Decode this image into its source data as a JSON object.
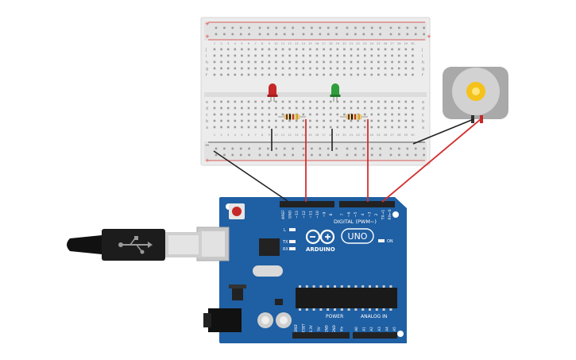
{
  "arduino": {
    "header_left": [
      "AREF",
      "GND",
      "~13",
      "~12",
      "~11",
      "~10",
      "~9",
      "8"
    ],
    "header_right": [
      "7",
      "~6",
      "~5",
      "4",
      "~3",
      "2",
      "TX→1",
      "RX←0"
    ],
    "digital_label": "DIGITAL (PWM~)",
    "logo_text": "ARDUINO",
    "model": "UNO",
    "led_l": "L",
    "led_tx": "TX",
    "led_rx": "RX",
    "led_on": "ON",
    "power_label": "POWER",
    "analog_label": "ANALOG IN",
    "power_pins": [
      "IOREF",
      "RESET",
      "3.3V",
      "5V",
      "GND",
      "GND",
      "Vin"
    ],
    "analog_pins": [
      "A0",
      "A1",
      "A2",
      "A3",
      "A4",
      "A5"
    ]
  },
  "breadboard": {
    "row_letters": [
      "j",
      "i",
      "h",
      "g",
      "f",
      "e",
      "d",
      "c",
      "b",
      "a"
    ],
    "rail_plus": "+",
    "rail_minus": "−"
  },
  "components": {
    "led_red_color": "#c62828",
    "led_green_color": "#2e9e3a",
    "wire_red": "#d32f2f",
    "wire_black": "#222222",
    "board_color": "#1f5fa3",
    "motor_gear_color": "#f4c21a"
  }
}
